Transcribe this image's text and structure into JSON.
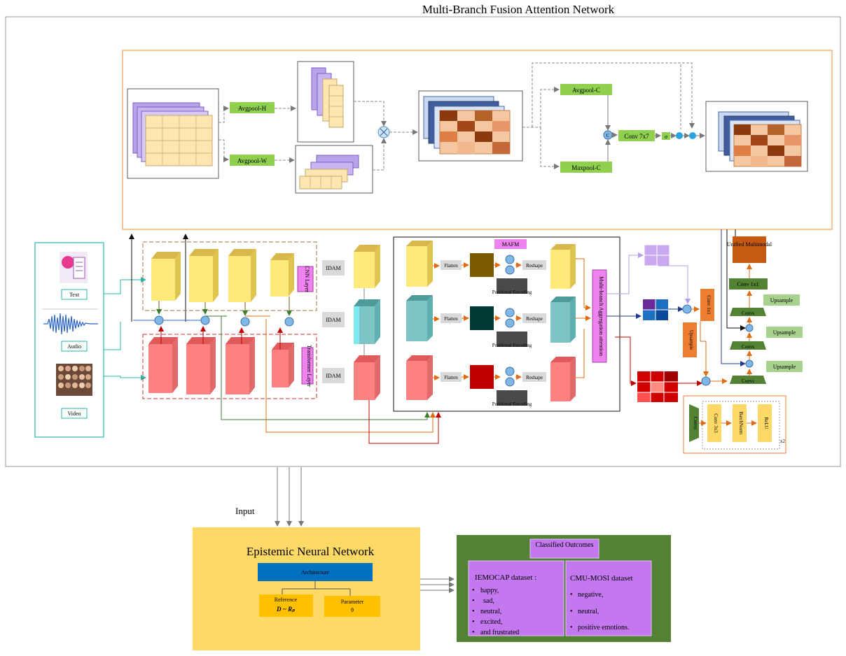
{
  "title": "Multi-Branch Fusion Attention Network",
  "attention": {
    "avgpool_h": "Avgpool-H",
    "avgpool_w": "Avgpool-W",
    "avgpool_c": "Avgpool-C",
    "maxpool_c": "Maxpool-C",
    "conv7": "Conv 7x7",
    "sigma": "σ",
    "concat": "C"
  },
  "inputs": {
    "text": "Text",
    "audio": "Audio",
    "video": "Video"
  },
  "encoder": {
    "cnn_layer": "CNN Layer",
    "transformer_layer": "Transformer Layer",
    "idam": "IDAM"
  },
  "mafm": {
    "title": "MAFM",
    "flatten": "Flatten",
    "reshape": "Reshape",
    "positional_encoding": "Positional Encoding",
    "aggregation": "Multi-branch Aggregation attention"
  },
  "decoder": {
    "conv1x1": "Conv 1x1",
    "upsample": "Upsample",
    "convs": "Convs",
    "unified": "Unified Multimodal",
    "conv3x3": "Conv 3x3",
    "batchnorm": "BatchNorm",
    "relu": "ReLU",
    "repeat": "x2"
  },
  "bottom": {
    "input_label": "Input",
    "enn_title": "Epistemic Neural Network",
    "architecture": "Architecture",
    "reference": "Reference",
    "reference_formula": "D ~ Rₚ",
    "parameter": "Parameter",
    "theta": "θ",
    "classified": "Classified Outcomes",
    "iemocap_title": "IEMOCAP dataset :",
    "iemocap_items": [
      "happy,",
      "sad,",
      "neutral,",
      "excited,",
      "and frustrated"
    ],
    "mosi_title": "CMU-MOSI dataset",
    "mosi_items": [
      "negative,",
      "neutral,",
      "positive emotions."
    ]
  }
}
